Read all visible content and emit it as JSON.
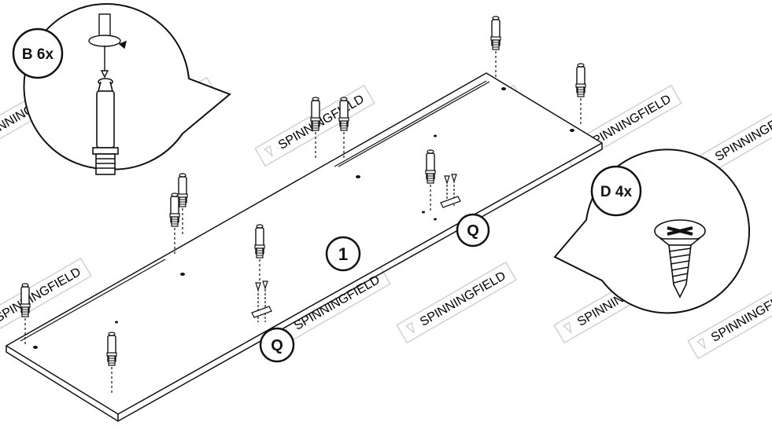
{
  "watermark": {
    "brand": "SPINNINGFIELD"
  },
  "callouts": {
    "b": {
      "label": "B 6x",
      "part": "cam-bolt"
    },
    "d": {
      "label": "D 4x",
      "part": "countersunk-screw"
    }
  },
  "badges": {
    "step": "1",
    "q1": "Q",
    "q2": "Q"
  }
}
